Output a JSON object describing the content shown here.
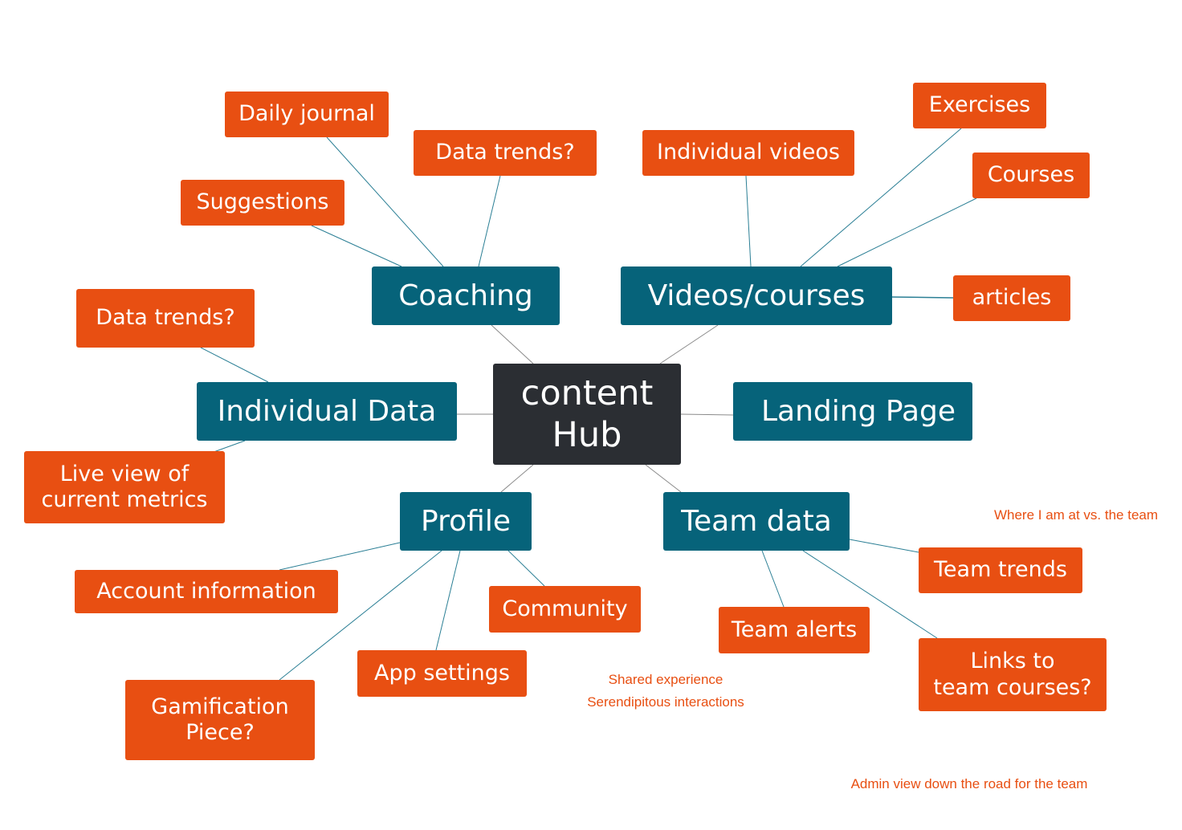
{
  "diagram": {
    "type": "mind-map",
    "colors": {
      "root": "#2b2e33",
      "topic": "#06637a",
      "leaf": "#e84f12",
      "note_text": "#e84f12",
      "root_edge": "#8a8a8a",
      "branch_edge": "#2b7f95"
    },
    "root": {
      "id": "content-hub",
      "label": "content\nHub"
    },
    "topics": [
      {
        "id": "coaching",
        "label": "Coaching"
      },
      {
        "id": "videos-courses",
        "label": "Videos/courses"
      },
      {
        "id": "individual-data",
        "label": "Individual Data"
      },
      {
        "id": "landing-page",
        "label": "Landing Page"
      },
      {
        "id": "profile",
        "label": "Profile"
      },
      {
        "id": "team-data",
        "label": "Team data"
      }
    ],
    "leaves": [
      {
        "id": "daily-journal",
        "parent": "coaching",
        "label": "Daily journal"
      },
      {
        "id": "coaching-data-trends",
        "parent": "coaching",
        "label": "Data trends?"
      },
      {
        "id": "suggestions",
        "parent": "coaching",
        "label": "Suggestions"
      },
      {
        "id": "individual-videos",
        "parent": "videos-courses",
        "label": "Individual videos"
      },
      {
        "id": "exercises",
        "parent": "videos-courses",
        "label": "Exercises"
      },
      {
        "id": "courses",
        "parent": "videos-courses",
        "label": "Courses"
      },
      {
        "id": "articles",
        "parent": "videos-courses",
        "label": "articles"
      },
      {
        "id": "individual-data-trends",
        "parent": "individual-data",
        "label": "Data trends?"
      },
      {
        "id": "live-view",
        "parent": "individual-data",
        "label": "Live view of\ncurrent metrics"
      },
      {
        "id": "account-information",
        "parent": "profile",
        "label": "Account information"
      },
      {
        "id": "community",
        "parent": "profile",
        "label": "Community"
      },
      {
        "id": "app-settings",
        "parent": "profile",
        "label": "App settings"
      },
      {
        "id": "gamification",
        "parent": "profile",
        "label": "Gamification\nPiece?"
      },
      {
        "id": "team-trends",
        "parent": "team-data",
        "label": "Team trends"
      },
      {
        "id": "team-alerts",
        "parent": "team-data",
        "label": "Team alerts"
      },
      {
        "id": "links-team-courses",
        "parent": "team-data",
        "label": "Links to\nteam courses?"
      }
    ],
    "notes": [
      {
        "id": "where-i-am",
        "text": "Where I am at vs. the team"
      },
      {
        "id": "shared-experience",
        "text": "Shared experience\nSerendipitous interactions"
      },
      {
        "id": "admin-view",
        "text": "Admin view down the road for the team"
      }
    ]
  }
}
